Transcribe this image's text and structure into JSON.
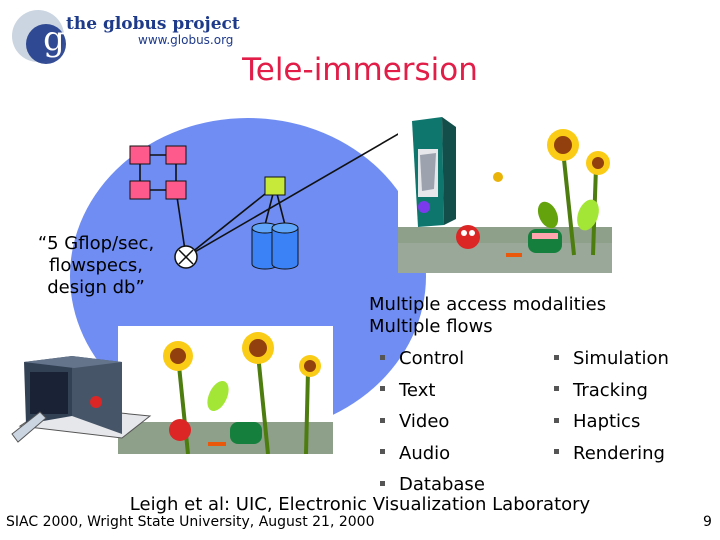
{
  "logo": {
    "line1": "the globus project",
    "line2": "www.globus.org",
    "letter": "g"
  },
  "title": "Tele-immersion",
  "note_lines": [
    "“5 Gflop/sec,",
    "flowspecs,",
    "design db”"
  ],
  "heading_lines": [
    "Multiple access modalities",
    "Multiple flows"
  ],
  "modalities_left": [
    "Control",
    "Text",
    "Video",
    "Audio",
    "Database"
  ],
  "modalities_right": [
    "Simulation",
    "Tracking",
    "Haptics",
    "Rendering"
  ],
  "credit": "Leigh et al: UIC, Electronic Visualization Laboratory",
  "footer": {
    "left": "SIAC 2000, Wright State University, August 21, 2000",
    "page": "9"
  },
  "colors": {
    "title": "#e11d48",
    "ellipse": "#6f8df2",
    "node": "#ff5a8c",
    "sim_node": "#c7ea3a",
    "db": "#3b82f6",
    "logo": "#1e3a8a"
  }
}
